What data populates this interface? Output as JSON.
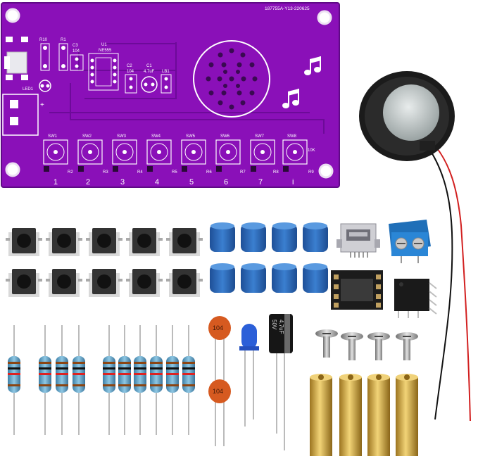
{
  "pcb": {
    "serial": "187755A-Y13-220625",
    "ic_ref": "U1",
    "ic_name": "NE555",
    "cap_c3": "C3",
    "cap_c3_val": "104",
    "cap_c2": "C2",
    "cap_c2_val": "104",
    "cap_c1": "C1",
    "cap_c1_val": "4.7uF",
    "r10": "R10",
    "r1": "R1",
    "led": "LED1",
    "lb1": "LB1",
    "switches": [
      "SW1",
      "SW2",
      "SW3",
      "SW4",
      "SW5",
      "SW6",
      "SW7",
      "SW8"
    ],
    "resistors": [
      "R2",
      "R3",
      "R4",
      "R5",
      "R6",
      "R7",
      "R8",
      "R9"
    ],
    "notes": [
      "1",
      "2",
      "3",
      "4",
      "5",
      "6",
      "7",
      "i"
    ],
    "sw8_val": "10K"
  },
  "parts": {
    "ceramic_cap_label": "104",
    "electrolytic_label_1": "4.7uF",
    "electrolytic_label_2": "50V"
  },
  "colors": {
    "pcb": "#8a10b8",
    "pcb_dark": "#5f0a86",
    "cap_blue": "#2f6fc0",
    "ceramic": "#d65a20",
    "brass": "#d9b24a"
  }
}
